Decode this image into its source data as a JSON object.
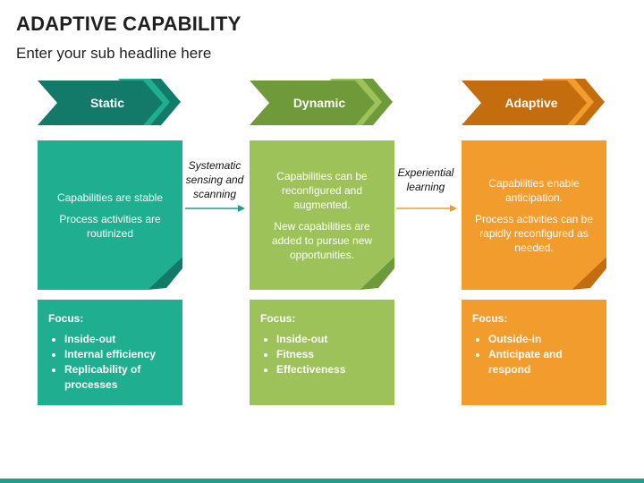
{
  "title": "ADAPTIVE CAPABILITY",
  "subtitle": "Enter your sub headline here",
  "stages": [
    {
      "label": "Static",
      "color_light": "#1fae8f",
      "color_dark": "#137a69",
      "lines": [
        "Capabilities are stable",
        "Process activities are routinized"
      ],
      "focus_title": "Focus:",
      "focus_items": [
        "Inside-out",
        "Internal efficiency",
        "Replicability of processes"
      ]
    },
    {
      "label": "Dynamic",
      "color_light": "#9cc259",
      "color_dark": "#6f9a3a",
      "lines": [
        "Capabilities can be reconfigured and augmented.",
        "New capabilities are added to pursue new opportunities."
      ],
      "focus_title": "Focus:",
      "focus_items": [
        "Inside-out",
        "Fitness",
        "Effectiveness"
      ]
    },
    {
      "label": "Adaptive",
      "color_light": "#f39c2e",
      "color_dark": "#c36d0f",
      "lines": [
        "Capabilities enable anticipation.",
        "Process activities can be rapidly reconfigured as needed."
      ],
      "focus_title": "Focus:",
      "focus_items": [
        "Outside-in",
        "Anticipate and respond"
      ]
    }
  ],
  "connectors": [
    {
      "label": "Systematic sensing and scanning",
      "color": "#1f9e8a"
    },
    {
      "label": "Experiential learning",
      "color": "#f39c2e"
    }
  ]
}
